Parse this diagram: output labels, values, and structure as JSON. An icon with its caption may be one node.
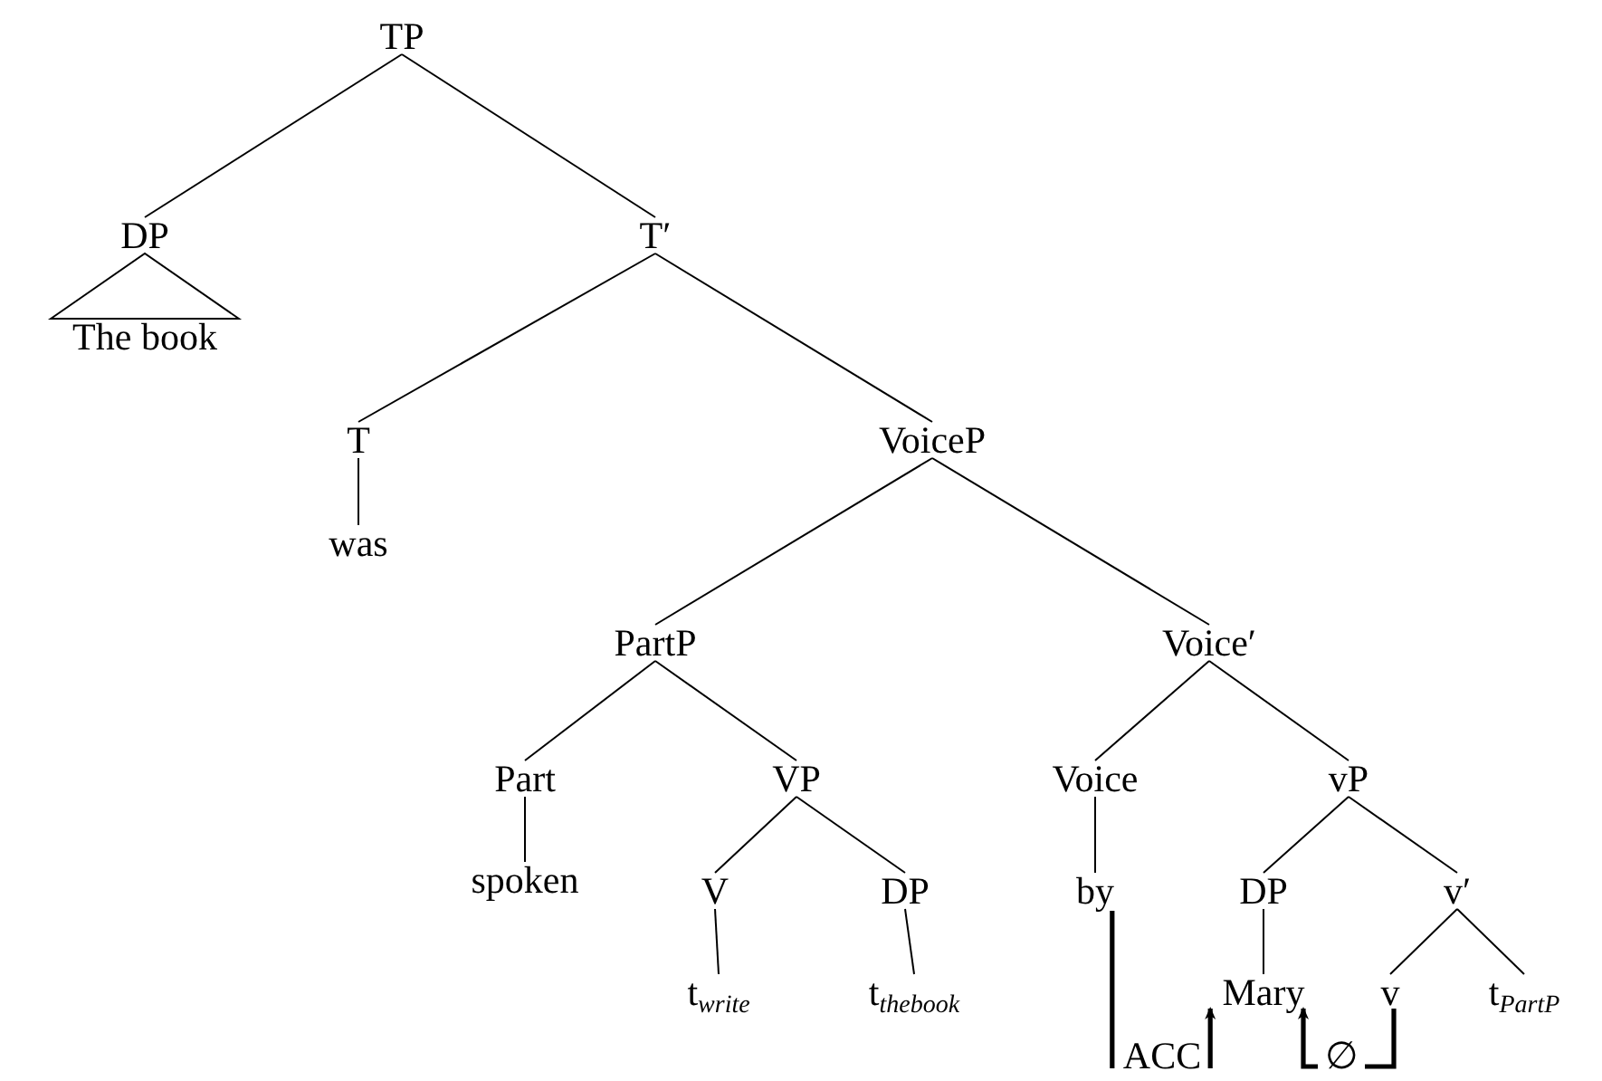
{
  "diagram": {
    "nodes": [
      {
        "text": [
          "TP"
        ]
      },
      {
        "text": [
          "DP"
        ]
      },
      {
        "text": [
          "The book"
        ]
      },
      {
        "text": [
          "T′"
        ]
      },
      {
        "text": [
          "T"
        ]
      },
      {
        "text": [
          "was"
        ]
      },
      {
        "text": [
          "VoiceP"
        ]
      },
      {
        "text": [
          "PartP"
        ]
      },
      {
        "text": [
          "Voice′"
        ]
      },
      {
        "text": [
          "Part"
        ]
      },
      {
        "text": [
          "spoken"
        ]
      },
      {
        "text": [
          "VP"
        ]
      },
      {
        "text": [
          "V"
        ]
      },
      {
        "text": [
          "t$_{write}$"
        ]
      },
      {
        "text": [
          "DP"
        ]
      },
      {
        "text": [
          "t$_{thebook}$"
        ]
      },
      {
        "text": [
          "Voice"
        ]
      },
      {
        "text": [
          "by"
        ]
      },
      {
        "text": [
          "vP"
        ]
      },
      {
        "text": [
          "DP"
        ]
      },
      {
        "text": [
          "Mary"
        ]
      },
      {
        "text": [
          "v′"
        ]
      },
      {
        "text": [
          "v"
        ]
      },
      {
        "text": [
          "t$_{PartP}$"
        ]
      },
      {
        "text": [
          "ACC"
        ]
      },
      {
        "text": [
          "∅"
        ]
      }
    ],
    "edges": [
      {
        "from": 0,
        "to": 1,
        "arrow": "none"
      },
      {
        "from": 0,
        "to": 3,
        "arrow": "none"
      },
      {
        "from": 1,
        "to": 2,
        "arrow": "none"
      },
      {
        "from": 3,
        "to": 4,
        "arrow": "none"
      },
      {
        "from": 3,
        "to": 6,
        "arrow": "none"
      },
      {
        "from": 4,
        "to": 5,
        "arrow": "none"
      },
      {
        "from": 6,
        "to": 7,
        "arrow": "none"
      },
      {
        "from": 6,
        "to": 8,
        "arrow": "none"
      },
      {
        "from": 7,
        "to": 9,
        "arrow": "none"
      },
      {
        "from": 7,
        "to": 11,
        "arrow": "none"
      },
      {
        "from": 9,
        "to": 10,
        "arrow": "none"
      },
      {
        "from": 11,
        "to": 12,
        "arrow": "none"
      },
      {
        "from": 11,
        "to": 14,
        "arrow": "none"
      },
      {
        "from": 12,
        "to": 13,
        "arrow": "none"
      },
      {
        "from": 14,
        "to": 15,
        "arrow": "none"
      },
      {
        "from": 8,
        "to": 16,
        "arrow": "none"
      },
      {
        "from": 8,
        "to": 18,
        "arrow": "none"
      },
      {
        "from": 16,
        "to": 17,
        "arrow": "none"
      },
      {
        "from": 18,
        "to": 19,
        "arrow": "none"
      },
      {
        "from": 18,
        "to": 21,
        "arrow": "none"
      },
      {
        "from": 19,
        "to": 20,
        "arrow": "none"
      },
      {
        "from": 21,
        "to": 22,
        "arrow": "none"
      },
      {
        "from": 21,
        "to": 23,
        "arrow": "none"
      },
      {
        "from": 17,
        "to": 24,
        "arrow": "none",
        "style": "thick"
      },
      {
        "from": 24,
        "to": 20,
        "arrow": "to",
        "style": "thick"
      },
      {
        "from": 25,
        "to": 20,
        "arrow": "to",
        "style": "thick"
      },
      {
        "from": 22,
        "to": 25,
        "arrow": "none",
        "style": "thick"
      }
    ]
  }
}
